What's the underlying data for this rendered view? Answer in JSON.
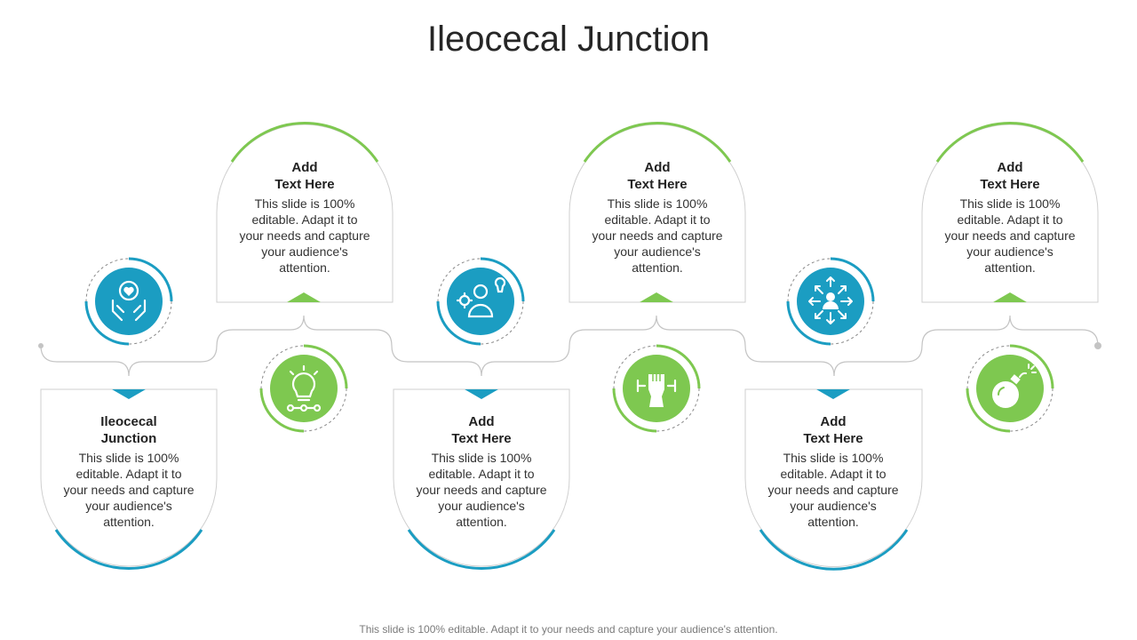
{
  "title": "Ileocecal Junction",
  "footer": "This slide is 100% editable. Adapt it to your needs and capture your audience's attention.",
  "colors": {
    "teal": "#1b9dc2",
    "green": "#7ec850",
    "outline": "#cfcfcf",
    "connector": "#c4c4c4"
  },
  "cards": [
    {
      "heading": "Ileocecal\nJunction",
      "body": "This slide is 100% editable. Adapt it to your needs and capture your audience's attention."
    },
    {
      "heading": "Add\nText Here",
      "body": "This slide is 100% editable. Adapt it to your needs and capture your audience's attention."
    },
    {
      "heading": "Add\nText Here",
      "body": "This slide is 100% editable. Adapt it to your needs and capture your audience's attention."
    },
    {
      "heading": "Add\nText Here",
      "body": "This slide is 100% editable. Adapt it to your needs and capture your audience's attention."
    },
    {
      "heading": "Add\nText Here",
      "body": "This slide is 100% editable. Adapt it to your needs and capture your audience's attention."
    },
    {
      "heading": "Add\nText Here",
      "body": "This slide is 100% editable. Adapt it to your needs and capture your audience's attention."
    }
  ],
  "icons": [
    "hands-heart-icon",
    "lightbulb-gears-icon",
    "person-idea-icon",
    "strength-fist-icon",
    "arrows-network-icon",
    "bomb-icon"
  ]
}
